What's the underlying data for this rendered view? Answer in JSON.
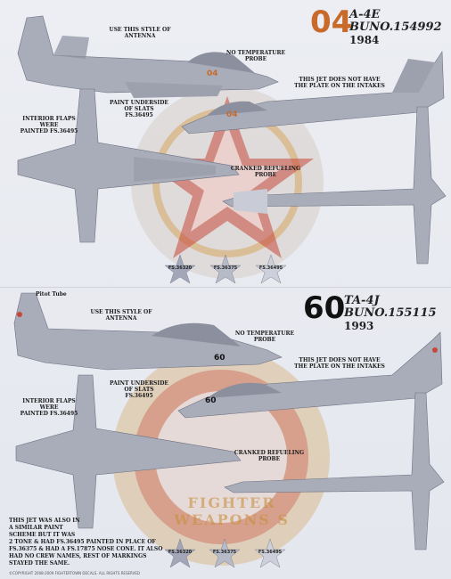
{
  "colors": {
    "background": "#e9ebf1",
    "aircraft_gray": "#a9adba",
    "aircraft_shadow": "#8c909e",
    "orange_numeral": "#c86a2a",
    "black_numeral": "#111111",
    "insignia_red": "#c7483a",
    "insignia_tan": "#d7b27a"
  },
  "top": {
    "numeral": "04",
    "type": "A-4E",
    "buno": "BUNO.154992",
    "year": "1984",
    "callouts": {
      "antenna": "USE THIS STYLE OF\nANTENNA",
      "no_temp_probe": "NO TEMPERATURE\nPROBE",
      "no_plate": "THIS JET DOES NOT HAVE\nTHE PLATE ON THE INTAKES",
      "slats": "PAINT UNDERSIDE\nOF SLATS\nFS.36495",
      "flaps": "INTERIOR FLAPS\nWERE\nPAINTED FS.36495",
      "refuel_probe": "CRANKED REFUELING\nPROBE"
    },
    "fs_swatches": [
      "FS.36320",
      "FS.36375",
      "FS.36495"
    ],
    "aircraft_numeral": "04"
  },
  "bottom": {
    "numeral": "60",
    "type": "TA-4J",
    "buno": "BUNO.155115",
    "year": "1993",
    "callouts": {
      "pitot": "Pitot Tube",
      "antenna": "USE THIS STYLE OF\nANTENNA",
      "no_temp_probe": "NO TEMPERATURE\nPROBE",
      "no_plate": "THIS JET DOES NOT HAVE\nTHE PLATE ON THE INTAKES",
      "slats": "PAINT UNDERSIDE\nOF SLATS\nFS.36495",
      "flaps": "INTERIOR FLAPS\nWERE\nPAINTED FS.36495",
      "refuel_probe": "CRANKED REFUELING\nPROBE"
    },
    "note": "THIS JET WAS ALSO IN\nA SIMILAR PAINT\nSCHEME BUT IT WAS\n2 TONE & HAD FS.36495 PAINTED IN PLACE OF\nFS.36375 & HAD A FS.17875 NOSE CONE. IT ALSO\nHAD NO CREW NAMES, REST OF MARKINGS\nSTAYED THE SAME.",
    "fs_swatches": [
      "FS.36320",
      "FS.36375",
      "FS.36495"
    ],
    "aircraft_numeral": "60",
    "insignia_text": "FIGHTER WEAPONS S",
    "copyright": "©COPYRIGHT 2008-2009 FIGHTERTOWN DECALS. ALL RIGHTS RESERVED"
  }
}
